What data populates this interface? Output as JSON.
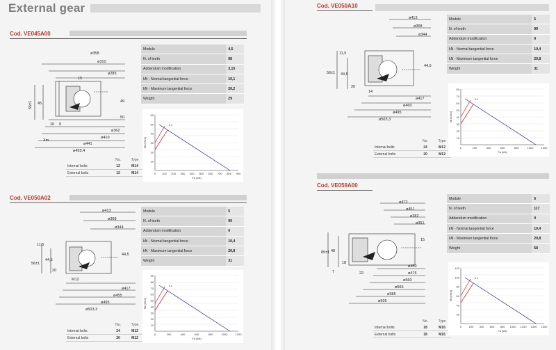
{
  "header": {
    "title": "External gear"
  },
  "sections": [
    {
      "code": "Cod. VE045A00",
      "specs": [
        {
          "label": "Module",
          "value": "4,5"
        },
        {
          "label": "N. of teeth",
          "value": "98"
        },
        {
          "label": "Addendum modification",
          "value": "3,15"
        },
        {
          "label": "kN - Normal tangential force",
          "value": "10,1"
        },
        {
          "label": "kN - Maximum tangential force",
          "value": "20,2"
        },
        {
          "label": "Weight",
          "value": "29"
        }
      ],
      "bolts": {
        "headers": [
          "No.",
          "Type"
        ],
        "rows": [
          {
            "label": "Internal bolts",
            "no": "12",
            "type": "M14"
          },
          {
            "label": "External bolts",
            "no": "12",
            "type": "M14"
          }
        ]
      },
      "dims": [
        "ø358",
        "ø310",
        "ø285",
        "15",
        "55±1",
        "45",
        "10",
        "9",
        "Xm",
        "49",
        "ø362",
        "ø410",
        "ø441",
        "ø455,4",
        "50"
      ],
      "chart": {
        "xlabel": "Fa (kN)",
        "ylabel": "Mt (kNm)",
        "y_ticks": [
          "60",
          "50",
          "40",
          "30",
          "20",
          "10"
        ],
        "x_ticks": [
          "0",
          "100",
          "200",
          "300",
          "400",
          "500",
          "600",
          "700",
          "800",
          "900"
        ],
        "peak_label": "6.4"
      }
    },
    {
      "code": "Cod. VE050A02",
      "specs": [
        {
          "label": "Module",
          "value": "5"
        },
        {
          "label": "N. of teeth",
          "value": "99"
        },
        {
          "label": "Addendum modification",
          "value": "0"
        },
        {
          "label": "kN - Normal tangential force",
          "value": "10,4"
        },
        {
          "label": "kN - Maximum tangential force",
          "value": "20,8"
        },
        {
          "label": "Weight",
          "value": "31"
        }
      ],
      "bolts": {
        "headers": [
          "No.",
          "Type"
        ],
        "rows": [
          {
            "label": "Internal bolts",
            "no": "24",
            "type": "M12"
          },
          {
            "label": "External bolts",
            "no": "20",
            "type": "M12"
          }
        ]
      },
      "dims": [
        "ø413",
        "ø368",
        "ø344",
        "11,5",
        "56±1",
        "44,5",
        "20",
        "M12",
        "ø417",
        "ø455",
        "ø495",
        "ø503,3",
        "44,5"
      ],
      "chart": {
        "xlabel": "Fa (kN)",
        "ylabel": "Mt (kNm)",
        "y_ticks": [
          "90",
          "80",
          "70",
          "60",
          "50",
          "40",
          "30",
          "20",
          "10"
        ],
        "x_ticks": [
          "0",
          "200",
          "400",
          "600",
          "800",
          "1000",
          "1200"
        ],
        "peak_label": "5.4"
      }
    },
    {
      "code": "Cod. VE050A10",
      "specs": [
        {
          "label": "Module",
          "value": "5"
        },
        {
          "label": "N. of teeth",
          "value": "99"
        },
        {
          "label": "Addendum modification",
          "value": "0"
        },
        {
          "label": "kN - Normal tangential force",
          "value": "10,4"
        },
        {
          "label": "kN - Maximum tangential force",
          "value": "20,8"
        },
        {
          "label": "Weight",
          "value": "31"
        }
      ],
      "bolts": {
        "headers": [
          "No.",
          "Type"
        ],
        "rows": [
          {
            "label": "Internal bolts",
            "no": "24",
            "type": "M12"
          },
          {
            "label": "External bolts",
            "no": "20",
            "type": "M12"
          }
        ]
      },
      "dims": [
        "ø413",
        "ø368",
        "ø344",
        "11,5",
        "56±1",
        "44,5",
        "14",
        "20",
        "ø417",
        "ø460",
        "ø495",
        "ø503,3",
        "44,5"
      ],
      "chart": {
        "xlabel": "Fa (kN)",
        "ylabel": "Mt (kNm)",
        "y_ticks": [
          "80",
          "70",
          "60",
          "50",
          "40",
          "30",
          "20",
          "10"
        ],
        "x_ticks": [
          "0",
          "200",
          "400",
          "600",
          "800",
          "1000",
          "1200"
        ],
        "peak_label": "5.4"
      }
    },
    {
      "code": "Cod. VE059A00",
      "specs": [
        {
          "label": "Module",
          "value": "5"
        },
        {
          "label": "N. of teeth",
          "value": "117"
        },
        {
          "label": "Addendum modification",
          "value": "0"
        },
        {
          "label": "kN - Normal tangential force",
          "value": "10,4"
        },
        {
          "label": "kN - Maximum tangential force",
          "value": "20,8"
        },
        {
          "label": "Weight",
          "value": "58"
        }
      ],
      "bolts": {
        "headers": [
          "No.",
          "Type"
        ],
        "rows": [
          {
            "label": "Internal bolts",
            "no": "18",
            "type": "M16"
          },
          {
            "label": "External bolts",
            "no": "18",
            "type": "M16"
          }
        ]
      },
      "dims": [
        "ø472",
        "ø451",
        "ø382",
        "ø351",
        "85±1",
        "15",
        "48",
        "18",
        "22",
        "ø450",
        "ø476",
        "ø560",
        "ø565",
        "ø585",
        "ø595",
        "7"
      ],
      "chart": {
        "xlabel": "Fa (kN)",
        "ylabel": "Mt (kNm)",
        "y_ticks": [
          "120",
          "100",
          "80",
          "60",
          "40",
          "20"
        ],
        "x_ticks": [
          "0",
          "200",
          "400",
          "600",
          "800",
          "1000",
          "1200",
          "1400",
          "1600"
        ],
        "peak_label": "6.4"
      }
    }
  ],
  "colors": {
    "accent": "#c0392b",
    "line_blue": "#1f2a8c",
    "line_red": "#d02020"
  }
}
